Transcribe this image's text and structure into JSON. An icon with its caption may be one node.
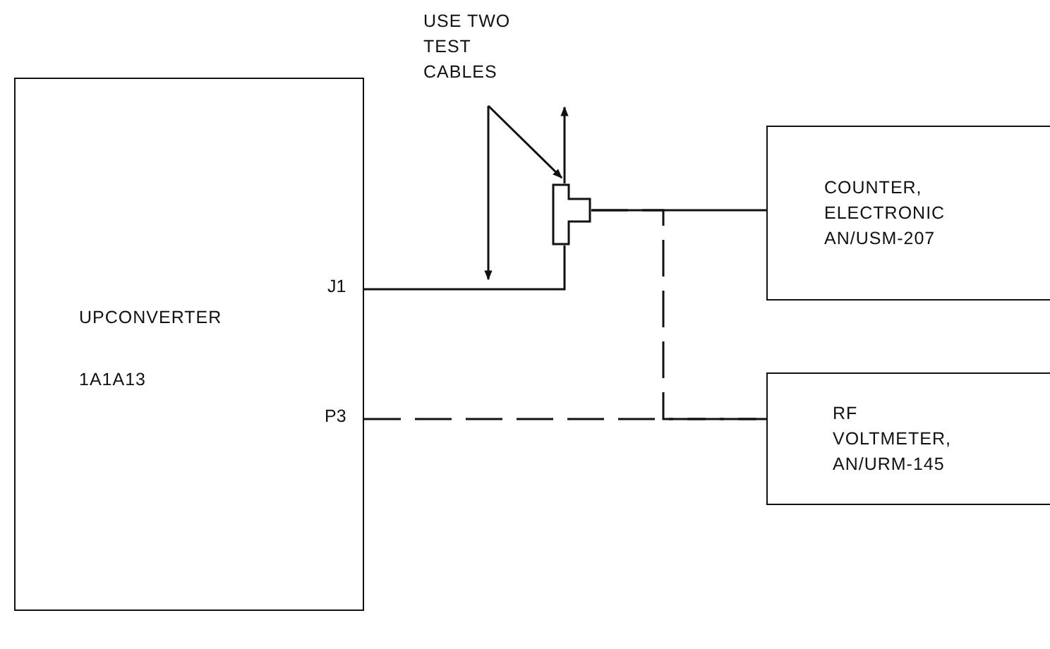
{
  "diagram": {
    "nodes": [
      {
        "text": [
          "UPCONVERTER",
          "1A1A13"
        ]
      },
      {
        "text": [
          "USE TWO TEST CABLES"
        ]
      },
      {
        "text": [],
        "shape": "picture"
      },
      {
        "text": [
          "COUNTER, ELECTRONIC AN/USM-207"
        ]
      },
      {
        "text": [
          "RF VOLTMETER, AN/URM-145"
        ]
      }
    ],
    "edges": [
      {
        "from": 0,
        "to": 2,
        "arrow": "none"
      },
      {
        "from": 2,
        "to": null,
        "arrow": "to"
      },
      {
        "from": 2,
        "to": 3,
        "arrow": "none"
      },
      {
        "from": 0,
        "to": 4,
        "arrow": "none",
        "style": "dashed"
      },
      {
        "from": 2,
        "to": 4,
        "arrow": "none",
        "style": "dashed"
      },
      {
        "from": 1,
        "to": null,
        "arrow": "to"
      },
      {
        "from": 1,
        "to": 2,
        "arrow": "to"
      }
    ],
    "labels": [
      "J1",
      "P3"
    ]
  }
}
